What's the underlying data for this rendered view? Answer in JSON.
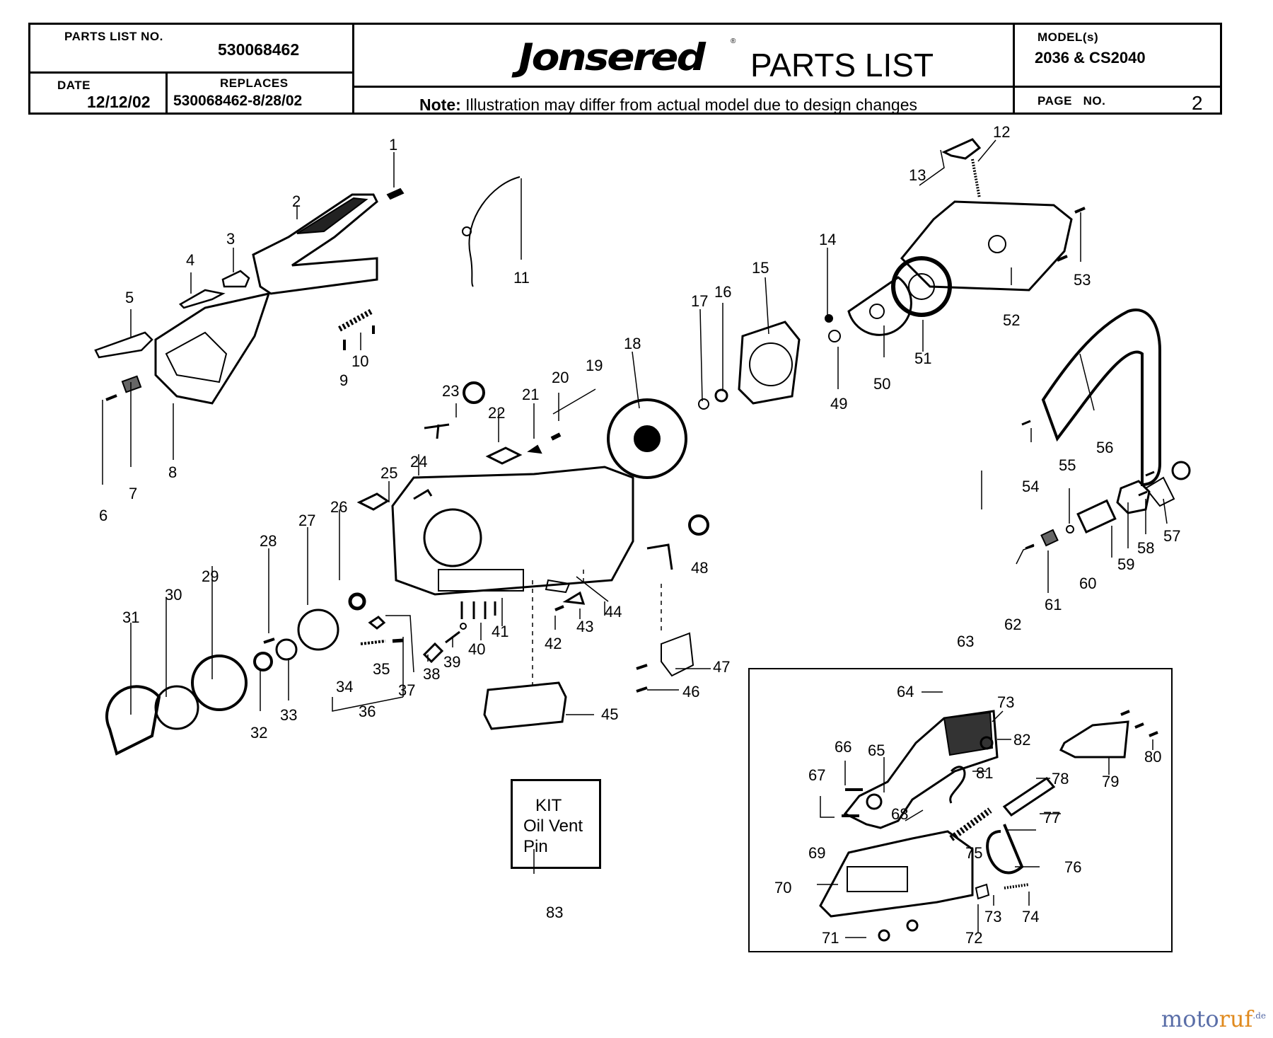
{
  "header": {
    "parts_list_no_label": "PARTS LIST NO.",
    "parts_list_no": "530068462",
    "date_label": "DATE",
    "date": "12/12/02",
    "replaces_label": "REPLACES",
    "replaces": "530068462-8/28/02",
    "brand": "Jonsered",
    "brand_mark": "®",
    "title": "PARTS LIST",
    "note_bold": "Note:",
    "note_text": " Illustration may differ from actual model due to design changes",
    "models_label": "MODEL(s)",
    "models": "2036 &  CS2040",
    "page_label": "PAGE   NO.",
    "page_no": "2"
  },
  "callouts": [
    "1",
    "2",
    "3",
    "4",
    "5",
    "6",
    "7",
    "8",
    "9",
    "10",
    "11",
    "12",
    "13",
    "14",
    "15",
    "16",
    "17",
    "18",
    "19",
    "20",
    "21",
    "22",
    "23",
    "24",
    "25",
    "26",
    "27",
    "28",
    "29",
    "30",
    "31",
    "32",
    "33",
    "34",
    "35",
    "36",
    "37",
    "38",
    "39",
    "40",
    "41",
    "42",
    "43",
    "44",
    "45",
    "46",
    "47",
    "48",
    "49",
    "50",
    "51",
    "52",
    "53",
    "54",
    "55",
    "56",
    "57",
    "58",
    "59",
    "60",
    "61",
    "62",
    "63",
    "64",
    "65",
    "66",
    "67",
    "68",
    "69",
    "70",
    "71",
    "72",
    "73",
    "74",
    "75",
    "76",
    "77",
    "78",
    "79",
    "80",
    "81",
    "82",
    "83"
  ],
  "kit": {
    "line1": "KIT",
    "line2": "Oil Vent",
    "line3": "Pin"
  },
  "watermark": {
    "moto": "moto",
    "ruf": "ruf",
    "tld": ".de"
  }
}
